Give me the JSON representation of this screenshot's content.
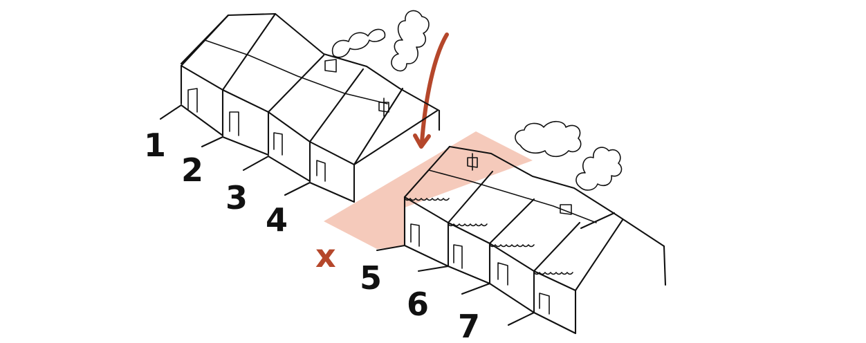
{
  "colors": {
    "ink": "#111111",
    "accent_red": "#b5472b",
    "shade": "#f2b8a4"
  },
  "unit_labels": [
    "1",
    "2",
    "3",
    "4",
    "5",
    "6",
    "7"
  ],
  "removed_marker": "x",
  "icons": [
    "chimney-smoke-cloud",
    "arrow-down-red"
  ]
}
